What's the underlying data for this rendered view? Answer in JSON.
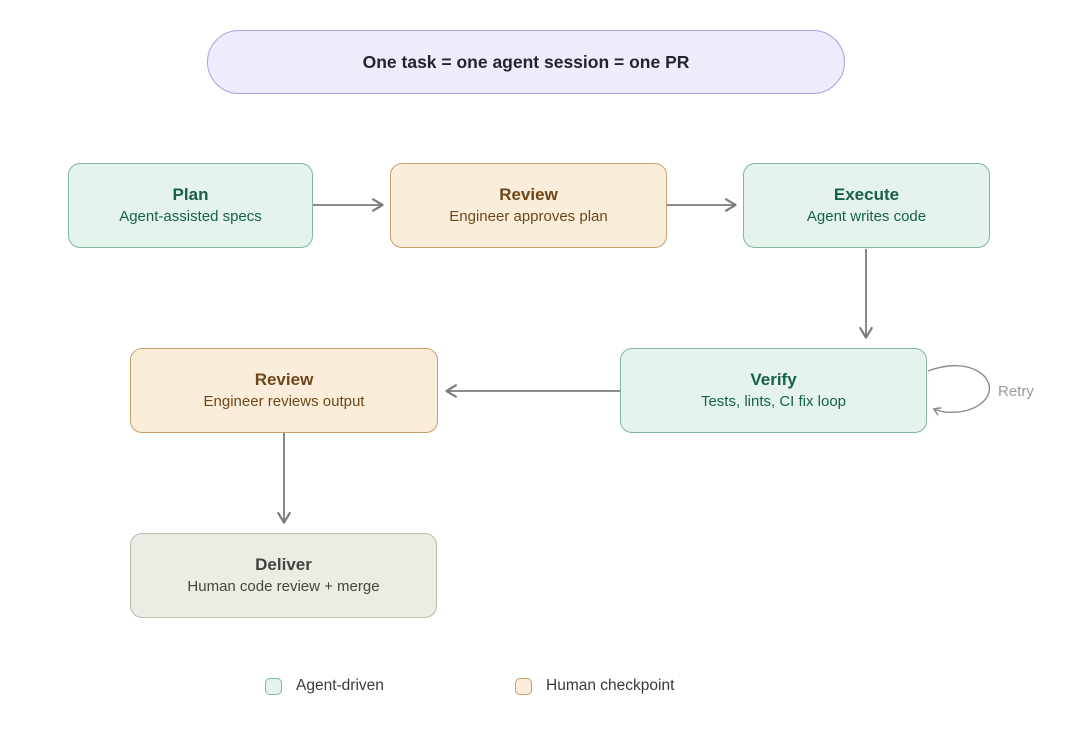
{
  "banner": {
    "text": "One task = one agent session = one PR"
  },
  "nodes": {
    "plan": {
      "title": "Plan",
      "subtitle": "Agent-assisted specs",
      "type": "agent"
    },
    "review1": {
      "title": "Review",
      "subtitle": "Engineer approves plan",
      "type": "human"
    },
    "execute": {
      "title": "Execute",
      "subtitle": "Agent writes code",
      "type": "agent"
    },
    "verify": {
      "title": "Verify",
      "subtitle": "Tests, lints, CI fix loop",
      "type": "agent"
    },
    "review2": {
      "title": "Review",
      "subtitle": "Engineer reviews output",
      "type": "human"
    },
    "deliver": {
      "title": "Deliver",
      "subtitle": "Human code review + merge",
      "type": "neutral"
    }
  },
  "edges": [
    {
      "from": "plan",
      "to": "review1",
      "direction": "right"
    },
    {
      "from": "review1",
      "to": "execute",
      "direction": "right"
    },
    {
      "from": "execute",
      "to": "verify",
      "direction": "down"
    },
    {
      "from": "verify",
      "to": "review2",
      "direction": "left"
    },
    {
      "from": "review2",
      "to": "deliver",
      "direction": "down"
    },
    {
      "from": "verify",
      "to": "verify",
      "direction": "self-loop",
      "label": "Retry"
    }
  ],
  "retry": {
    "label": "Retry"
  },
  "legend": {
    "agent": {
      "label": "Agent-driven"
    },
    "human": {
      "label": "Human checkpoint"
    }
  },
  "colors": {
    "banner-fill": "#edebfc",
    "banner-border": "#a8a1e5",
    "banner-text": "#23252f",
    "agent-fill": "#e4f3ec",
    "agent-border": "#7fb89c",
    "agent-text": "#186149",
    "human-fill": "#faeedb",
    "human-border": "#c99e67",
    "human-text": "#6f4619",
    "neutral-fill": "#ecebe4",
    "neutral-border": "#bdbaae",
    "neutral-text": "#45453f",
    "arrow": "#7b7b7b",
    "retry-text": "#9a9a9a"
  }
}
